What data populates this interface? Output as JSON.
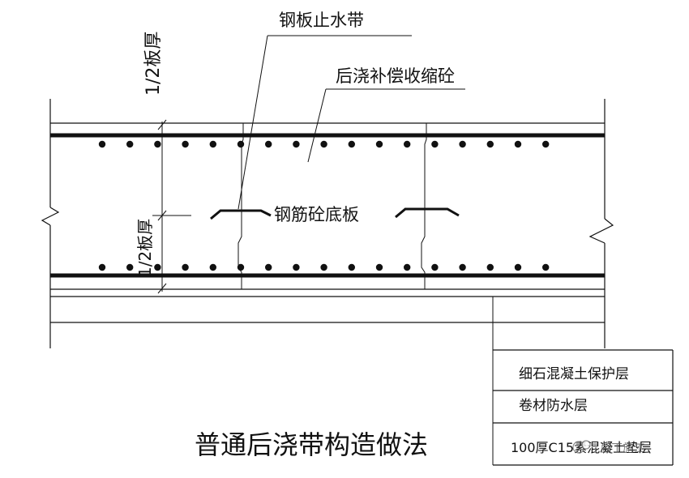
{
  "labels": {
    "steel_waterstop": "钢板止水带",
    "post_pour_concrete": "后浇补偿收缩砼",
    "rc_base_slab": "钢筋砼底板",
    "half_thickness_upper": "1/2板厚",
    "half_thickness_lower": "1/2板厚",
    "title": "普通后浇带构造做法"
  },
  "layers": [
    "细石混凝土保护层",
    "卷材防水层",
    "100厚C15素混凝土垫层"
  ],
  "watermark": "豆丁施工",
  "colors": {
    "line": "#111111",
    "background": "#ffffff"
  }
}
